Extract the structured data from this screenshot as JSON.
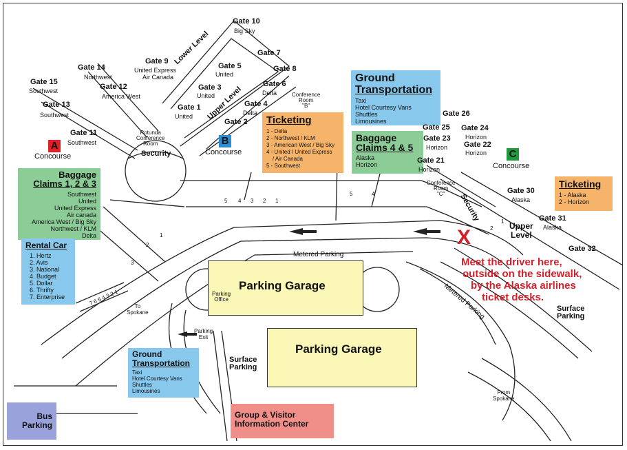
{
  "colors": {
    "ground_transport": "#88c8ec",
    "ticketing": "#f5b46a",
    "baggage": "#8ccc96",
    "group_info": "#f08e8a",
    "bus_parking": "#9aa2dc",
    "garage": "#fbf7b6",
    "concourse_a": "#e21f26",
    "concourse_b": "#2a8fd2",
    "concourse_c": "#1d9a3c",
    "annotation": "#d3202a"
  },
  "icons": {
    "direction_arrow": "arrow-left-icon",
    "marker": "x-marker-icon"
  },
  "gates": {
    "g15": "Gate 15",
    "g15_airline": "Southwest",
    "g14": "Gate 14",
    "g14_airline": "Northwest",
    "g13": "Gate 13",
    "g13_airline": "Southwest",
    "g12": "Gate 12",
    "g12_airline": "America West",
    "g11": "Gate 11",
    "g11_airline": "Southwest",
    "g10": "Gate 10",
    "g10_airline": "Big Sky",
    "g9": "Gate 9",
    "g9_airline1": "United Express",
    "g9_airline2": "Air Canada",
    "g7": "Gate 7",
    "g5": "Gate 5",
    "g5_airline": "United",
    "g8": "Gate 8",
    "g6": "Gate 6",
    "g6_airline": "Delta",
    "g3": "Gate 3",
    "g3_airline": "United",
    "g4": "Gate 4",
    "g4_airline": "Delta",
    "g1": "Gate 1",
    "g1_airline": "United",
    "g2": "Gate 2",
    "g26": "Gate 26",
    "g25": "Gate 25",
    "g24": "Gate 24",
    "g24_airline": "Horizon",
    "g23": "Gate 23",
    "g23_airline": "Horizon",
    "g22": "Gate 22",
    "g22_airline": "Horizon",
    "g21": "Gate 21",
    "g21_airline": "Horizon",
    "g30": "Gate 30",
    "g30_airline": "Alaska",
    "g31": "Gate 31",
    "g31_airline": "Alaska",
    "g32": "Gate 32"
  },
  "levels": {
    "lower": "Lower Level",
    "upper": "Upper Level",
    "upper_c1": "Upper",
    "upper_c2": "Level"
  },
  "rooms": {
    "rotunda1": "Rotunda",
    "rotunda2": "Conference",
    "rotunda3": "Room",
    "confB1": "Conference",
    "confB2": "Room",
    "confB3": "\"B\"",
    "confC1": "Conference",
    "confC2": "Room",
    "confC3": "\"C\"",
    "parking_office1": "Parking",
    "parking_office2": "Office"
  },
  "security": {
    "main": "Security",
    "c": "Security"
  },
  "concourses": {
    "a_letter": "A",
    "a_label": "Concourse",
    "b_letter": "B",
    "b_label": "Concourse",
    "c_letter": "C",
    "c_label": "Concourse"
  },
  "ground_top": {
    "title1": "Ground",
    "title2": "Transportation",
    "items": [
      "Taxi",
      "Hotel Courtesy Vans",
      "Shuttles",
      "Limousines"
    ]
  },
  "ticketing_b": {
    "title": "Ticketing",
    "items": [
      "1 - Delta",
      "2 - Northwest / KLM",
      "3 - American West / Big Sky",
      "4 - United / United Express",
      "    / Air Canada",
      "5 - Southwest"
    ]
  },
  "baggage_45": {
    "title1": "Baggage",
    "title2": "Claims 4 & 5",
    "items": [
      "Alaska",
      "Horizon"
    ]
  },
  "ticketing_c": {
    "title": "Ticketing",
    "items": [
      "1 - Alaska",
      "2 - Horizon"
    ]
  },
  "baggage_123": {
    "title1": "Baggage",
    "title2": "Claims 1, 2 & 3",
    "items": [
      "Southwest",
      "United",
      "United Express",
      "Air canada",
      "America West / Big Sky",
      "Northwest / KLM",
      "Delta"
    ]
  },
  "rental": {
    "title": "Rental Car",
    "items": [
      "1.  Hertz",
      "2.  Avis",
      "3.  National",
      "4.  Budget",
      "5.  Dollar",
      "6.  Thrifty",
      "7.  Enterprise"
    ]
  },
  "ground_bottom": {
    "title1": "Ground",
    "title2": "Transportation",
    "items": [
      "Taxi",
      "Hotel Courtesy Vans",
      "Shuttles",
      "Limousines"
    ]
  },
  "bus": {
    "line1": "Bus",
    "line2": "Parking"
  },
  "group_info": {
    "line1": "Group & Visitor",
    "line2": "Information Center"
  },
  "garage1": "Parking Garage",
  "garage2": "Parking Garage",
  "metered1": "Metered Parking",
  "metered2": "Metered Parking",
  "surface_left1": "Surface",
  "surface_left2": "Parking",
  "surface_right1": "Surface",
  "surface_right2": "Parking",
  "to_spokane1": "To",
  "to_spokane2": "Spokane",
  "from_spokane1": "From",
  "from_spokane2": "Spokane",
  "parking_exit1": "Parking",
  "parking_exit2": "Exit",
  "door_numbers_b": [
    "5",
    "4",
    "3",
    "2",
    "1"
  ],
  "door_numbers_left": [
    "2",
    "1",
    "3"
  ],
  "rental_numbers": "7 6 5 4 3 2 1",
  "baggage_door_numbers": [
    "5",
    "4"
  ],
  "c_door_numbers": [
    "2",
    "1"
  ],
  "annotation": {
    "marker": "X",
    "line1": "Meet the driver here,",
    "line2": "outside on the sidewalk,",
    "line3": "by the Alaska airlines",
    "line4": "ticket desks."
  }
}
